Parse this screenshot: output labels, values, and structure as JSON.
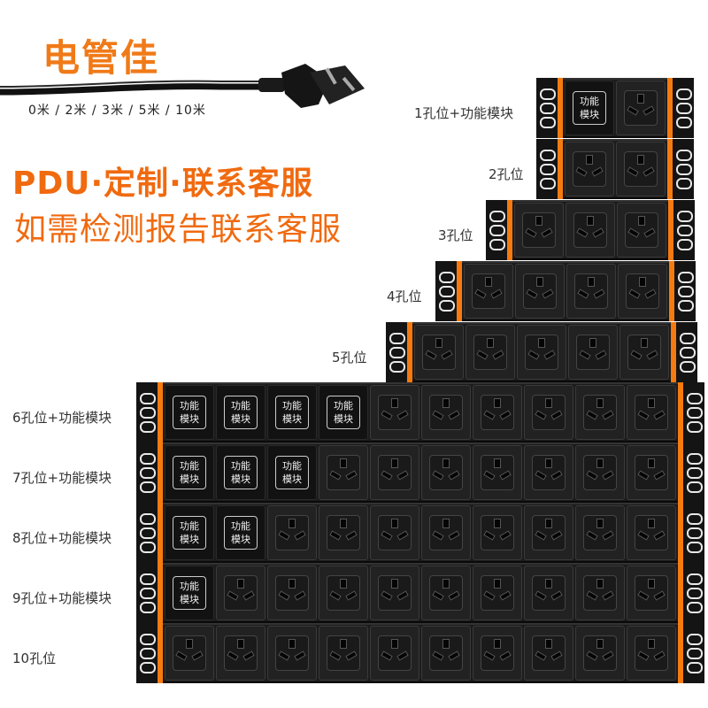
{
  "brand": "电管佳",
  "cable_lengths": "0米 / 2米 / 3米 / 5米 / 10米",
  "promo_line1": "PDU·定制·联系客服",
  "promo_line2": "如需检测报告联系客服",
  "module_text_line1": "功能",
  "module_text_line2": "模块",
  "accent_color": "#f57a10",
  "strips": [
    {
      "label": "1孔位+功能模块",
      "modules": 1,
      "sockets": 1
    },
    {
      "label": "2孔位",
      "modules": 0,
      "sockets": 2
    },
    {
      "label": "3孔位",
      "modules": 0,
      "sockets": 3
    },
    {
      "label": "4孔位",
      "modules": 0,
      "sockets": 4
    },
    {
      "label": "5孔位",
      "modules": 0,
      "sockets": 5
    },
    {
      "label": "6孔位+功能模块",
      "modules": 4,
      "sockets": 6
    },
    {
      "label": "7孔位+功能模块",
      "modules": 3,
      "sockets": 7
    },
    {
      "label": "8孔位+功能模块",
      "modules": 2,
      "sockets": 8
    },
    {
      "label": "9孔位+功能模块",
      "modules": 1,
      "sockets": 9
    },
    {
      "label": "10孔位",
      "modules": 0,
      "sockets": 10
    }
  ]
}
